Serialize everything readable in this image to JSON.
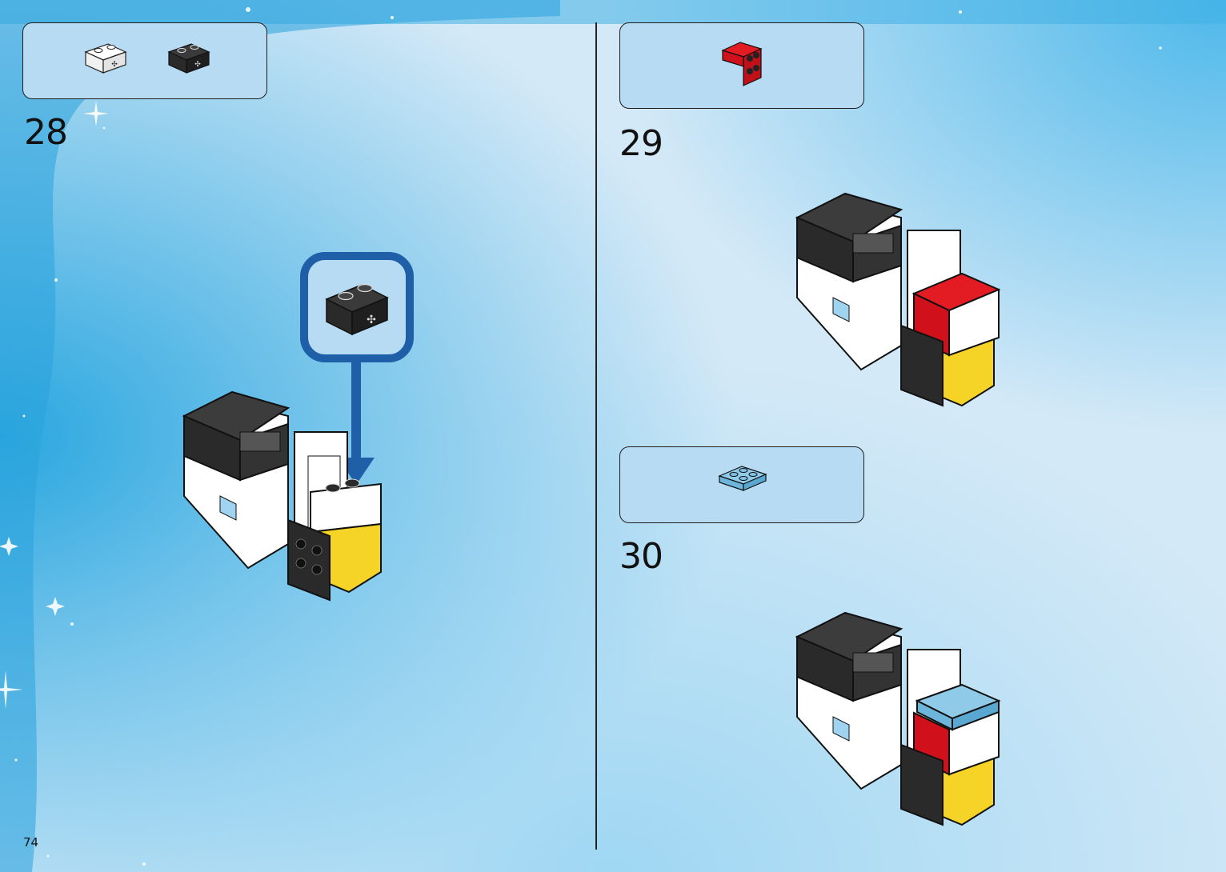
{
  "page": {
    "number": "74"
  },
  "steps": [
    {
      "number": "28",
      "parts": [
        "white-1x2-brick-axle-hole",
        "black-1x2-brick-axle-hole"
      ],
      "callout_part": "black-1x2-brick-axle-hole"
    },
    {
      "number": "29",
      "parts": [
        "red-bracket-plate"
      ]
    },
    {
      "number": "30",
      "parts": [
        "light-blue-2x2-plate"
      ]
    }
  ],
  "colors": {
    "background": "#d4e9f7",
    "parts_box": "#b7dbf3",
    "callout_border": "#1e5fa8",
    "arrow": "#1e5fa8",
    "brick_black": "#2a2a2a",
    "brick_white": "#ffffff",
    "brick_red": "#d0101a",
    "brick_yellow": "#f5d327",
    "brick_light_blue": "#7fc0e3"
  }
}
